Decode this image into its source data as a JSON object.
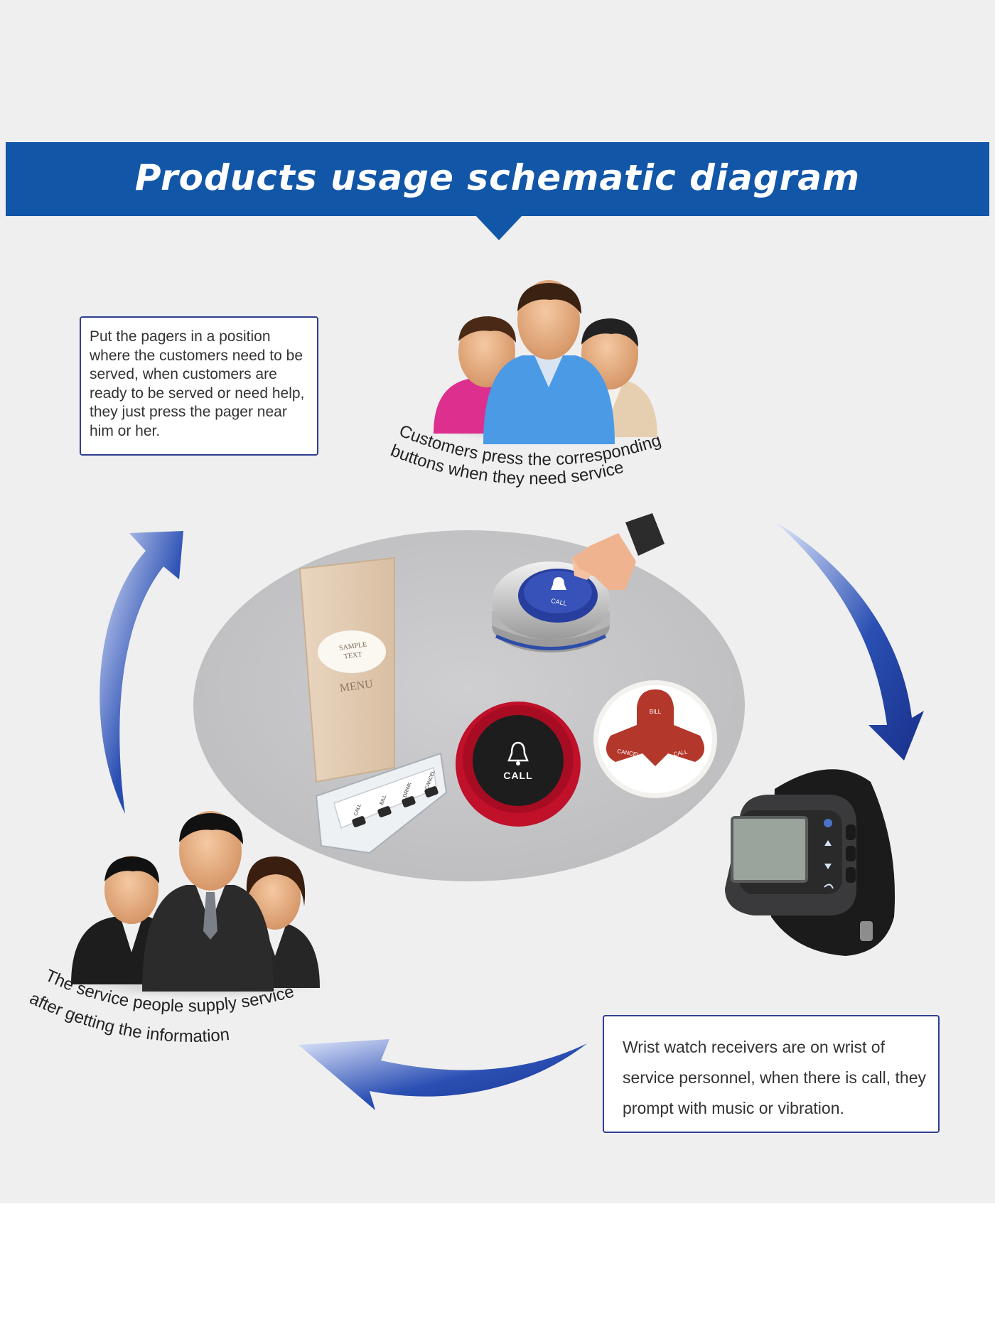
{
  "banner": {
    "title": "Products usage schematic diagram"
  },
  "notes": {
    "pagers": "Put the pagers in a position where the customers need to be served, when customers are ready to be served or need help, they just press the pager near him or her.",
    "watch": "Wrist watch receivers are on wrist of service personnel, when there is call, they prompt with music or vibration."
  },
  "captions": {
    "customers_line1": "Customers press the corresponding",
    "customers_line2": "buttons when they need service",
    "service_line1": "The service people supply service",
    "service_line2": "after getting the information"
  },
  "devices": {
    "menu_text_1": "SAMPLE",
    "menu_text_2": "TEXT",
    "menu_text_3": "MENU",
    "stand_buttons": [
      "CALL",
      "BILL",
      "DRINK",
      "CANCEL"
    ],
    "silver_pager_label": "CALL",
    "red_pager_label": "CALL",
    "tri_pager_labels": [
      "BILL",
      "CANCEL",
      "CALL"
    ]
  },
  "colors": {
    "banner": "#1256a8",
    "note_border": "#2f3f8f",
    "arrow": "#2a4fb3",
    "panel": "#efeff0"
  },
  "icons": {
    "customers": "customer-group-icon",
    "staff": "staff-group-icon",
    "watch": "wrist-watch-icon",
    "arrows": "curved-arrow-icon"
  }
}
